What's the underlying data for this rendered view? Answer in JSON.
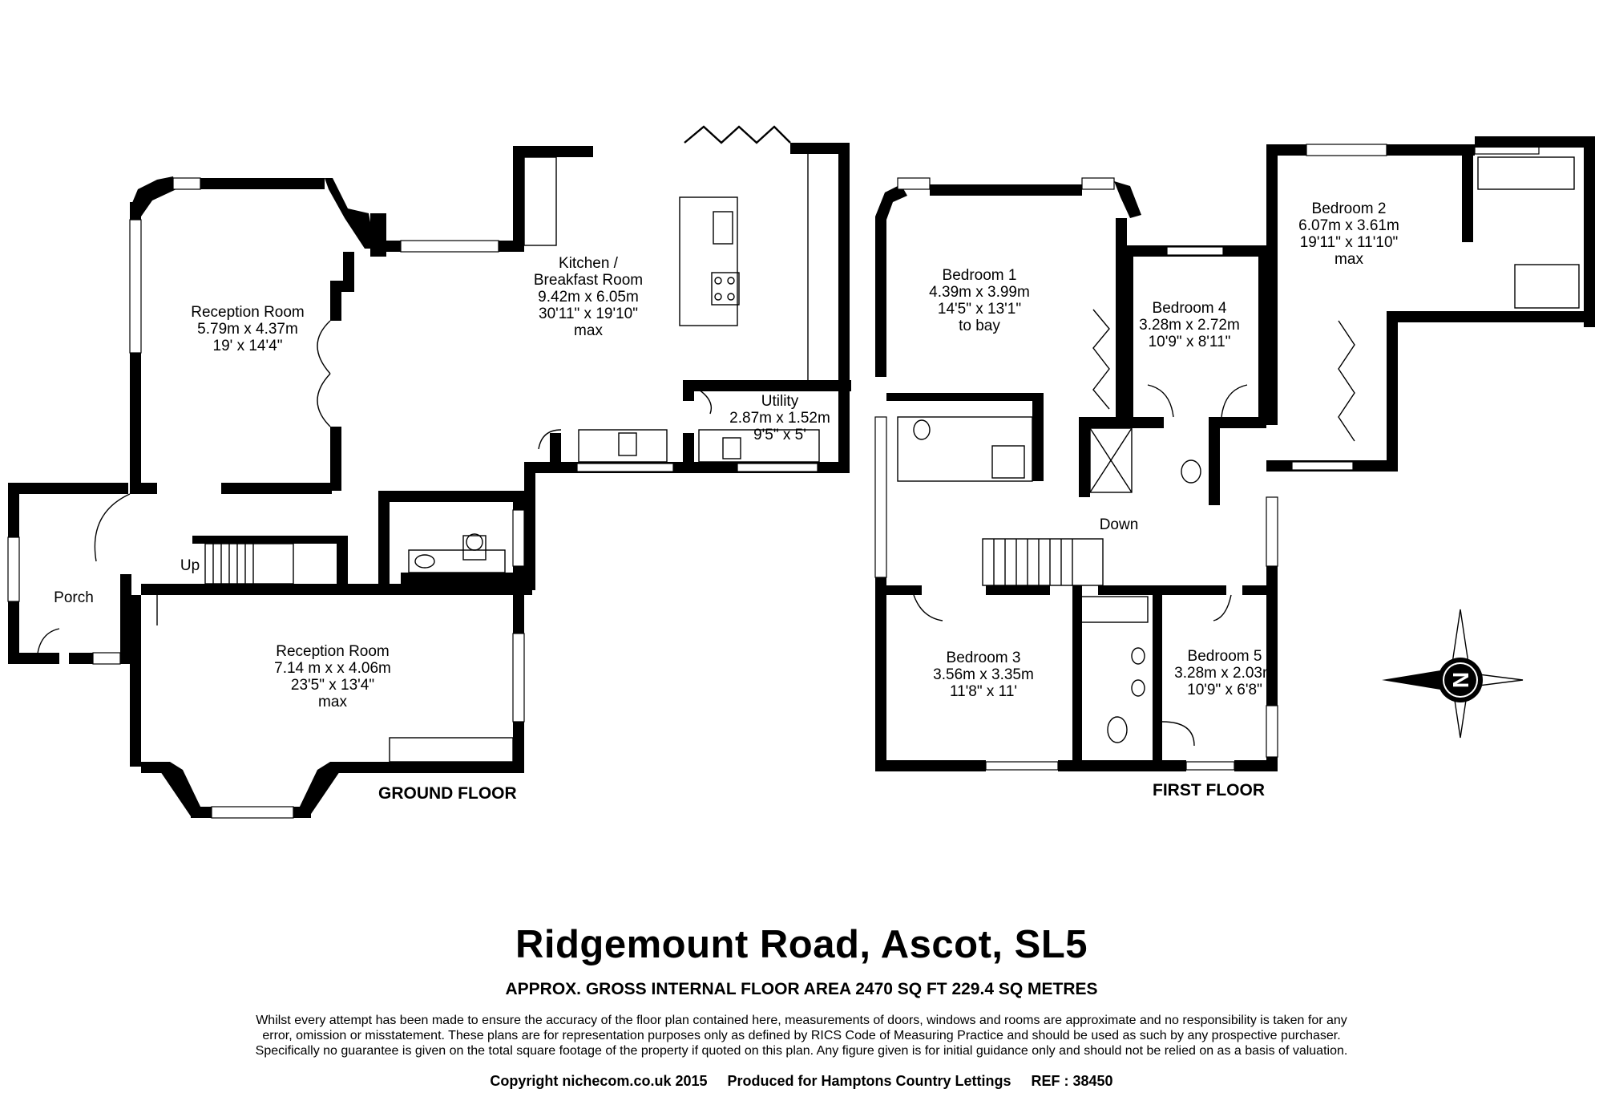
{
  "ground_floor": {
    "label": "GROUND FLOOR",
    "rooms": [
      {
        "id": "reception-1",
        "lines": [
          "Reception Room",
          "5.79m x 4.37m",
          "19' x 14'4\""
        ]
      },
      {
        "id": "kitchen",
        "lines": [
          "Kitchen /",
          "Breakfast Room",
          "9.42m x 6.05m",
          "30'11\" x 19'10\"",
          "max"
        ]
      },
      {
        "id": "utility",
        "lines": [
          "Utility",
          "2.87m x 1.52m",
          "9'5\" x 5'"
        ]
      },
      {
        "id": "porch",
        "lines": [
          "Porch"
        ]
      },
      {
        "id": "reception-2",
        "lines": [
          "Reception Room",
          "7.14 m x x 4.06m",
          "23'5\" x 13'4\"",
          "max"
        ]
      }
    ],
    "stairs_label": "Up"
  },
  "first_floor": {
    "label": "FIRST FLOOR",
    "rooms": [
      {
        "id": "bedroom-1",
        "lines": [
          "Bedroom 1",
          "4.39m x 3.99m",
          "14'5\" x 13'1\"",
          "to bay"
        ]
      },
      {
        "id": "bedroom-2",
        "lines": [
          "Bedroom 2",
          "6.07m x 3.61m",
          "19'11\" x 11'10\"",
          "max"
        ]
      },
      {
        "id": "bedroom-4",
        "lines": [
          "Bedroom 4",
          "3.28m x 2.72m",
          "10'9\" x 8'11\""
        ]
      },
      {
        "id": "bedroom-3",
        "lines": [
          "Bedroom 3",
          "3.56m x 3.35m",
          "11'8\" x 11'"
        ]
      },
      {
        "id": "bedroom-5",
        "lines": [
          "Bedroom 5",
          "3.28m x 2.03m",
          "10'9\" x 6'8\""
        ]
      }
    ],
    "stairs_label": "Down"
  },
  "compass": {
    "letter": "N",
    "icon": "compass-rose-icon"
  },
  "footer": {
    "title": "Ridgemount Road, Ascot, SL5",
    "area": "APPROX. GROSS INTERNAL FLOOR AREA 2470 SQ FT 229.4 SQ METRES",
    "disclaimer": [
      "Whilst every attempt has been made to ensure the accuracy of the floor plan contained here, measurements of doors, windows and rooms are approximate and no responsibility is taken for any",
      "error, omission or misstatement. These plans are for representation purposes only as defined by RICS Code of Measuring Practice and should be used as such by any prospective purchaser.",
      "Specifically no guarantee is given on the total square footage of the property if quoted on this plan. Any figure given is for initial guidance only and should not be relied on as a basis of valuation."
    ],
    "copyright": "Copyright nichecom.co.uk 2015     Produced for Hamptons Country Lettings     REF : 38450"
  }
}
